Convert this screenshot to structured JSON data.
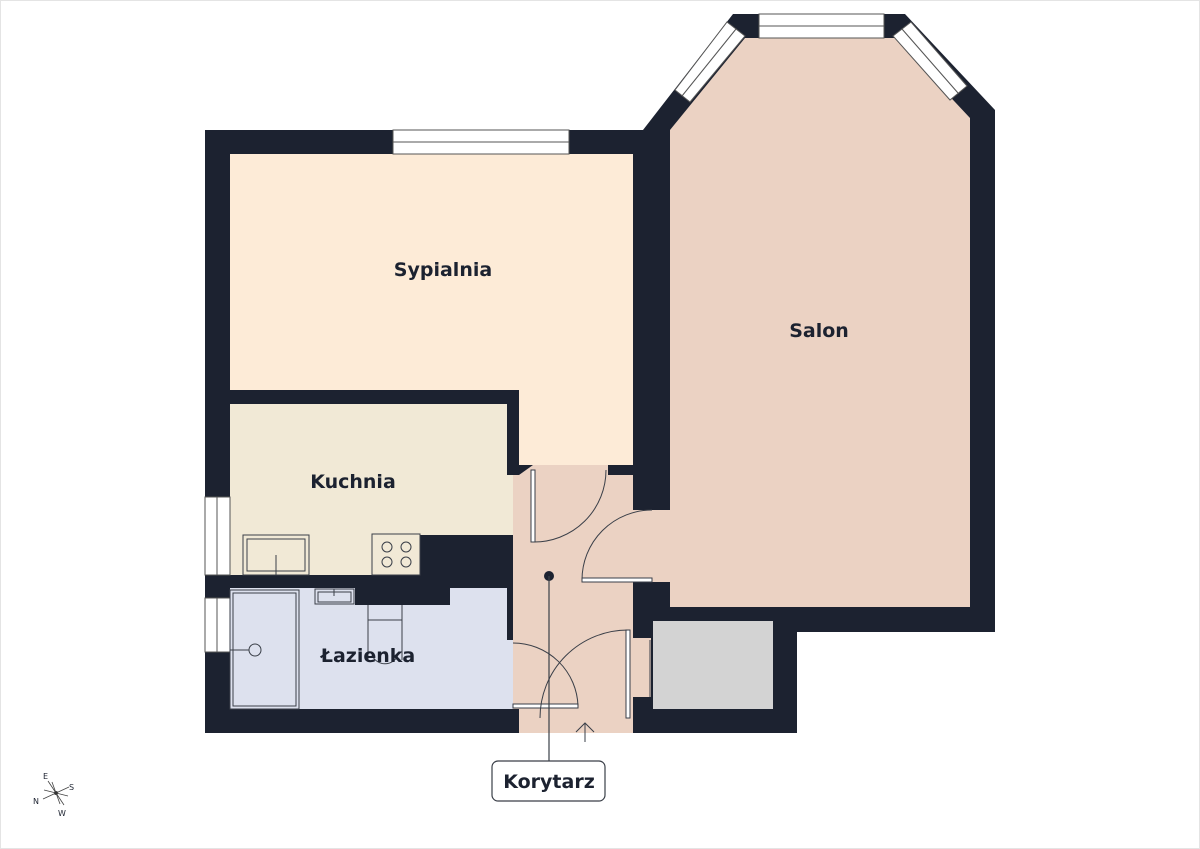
{
  "rooms": {
    "bedroom": "Sypialnia",
    "living_room": "Salon",
    "kitchen": "Kuchnia",
    "bathroom": "Łazienka",
    "hallway": "Korytarz"
  },
  "compass": {
    "n": "N",
    "e": "E",
    "s": "S",
    "w": "W"
  },
  "colors": {
    "wall": "#1c2230",
    "bedroom": "#fdebd7",
    "living_room": "#ebd2c3",
    "kitchen": "#f1e9d6",
    "bathroom": "#dde1ee",
    "hallway": "#ebd2c3",
    "balcony": "#d3d3d3"
  }
}
